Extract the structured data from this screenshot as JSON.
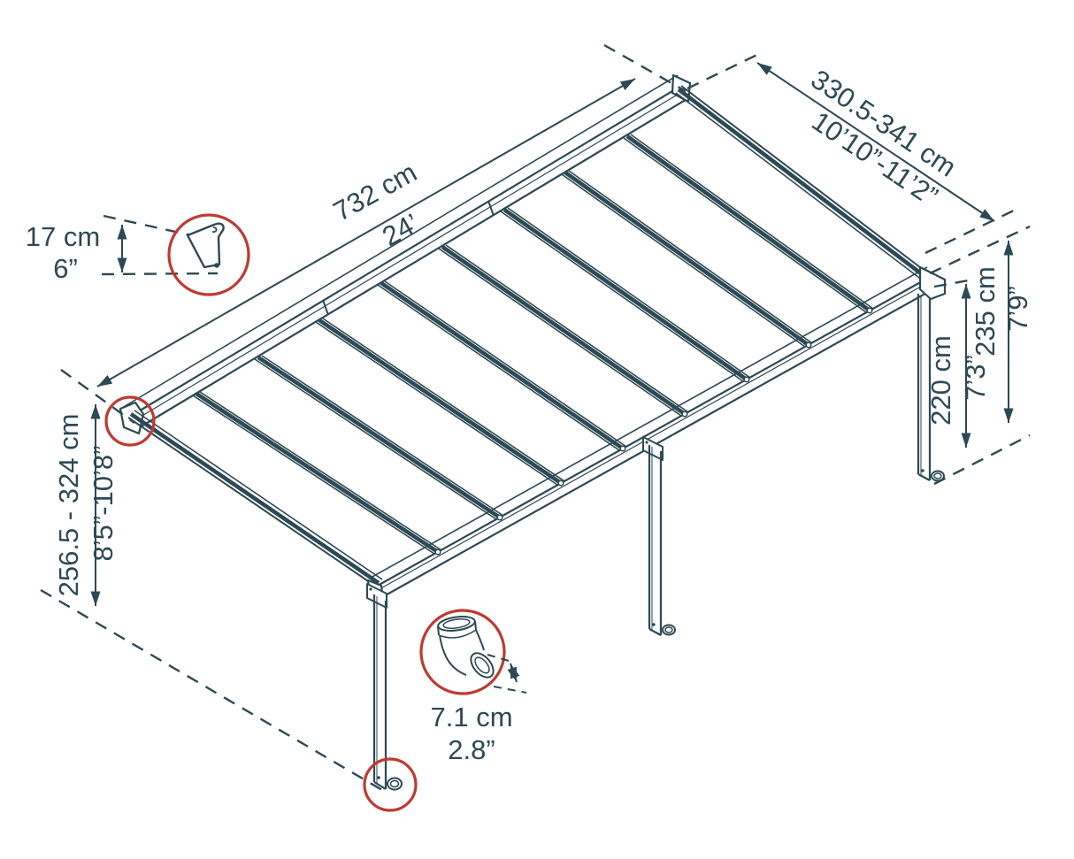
{
  "colors": {
    "ink": "#2d4954",
    "red": "#bf3a30",
    "background": "#ffffff"
  },
  "dimensions": {
    "width": {
      "metric": "732 cm",
      "imperial": "24’"
    },
    "depth": {
      "metric": "330.5-341 cm",
      "imperial": "10’10”-11’2”"
    },
    "gutter": {
      "metric": "17 cm",
      "imperial": "6”"
    },
    "rear_height": {
      "metric": "256.5 - 324 cm",
      "imperial": "8’5”-10’8”"
    },
    "post_height": {
      "metric": "220 cm",
      "imperial": "7’3”"
    },
    "front_height": {
      "metric": "235 cm",
      "imperial": "7’9”"
    },
    "drainpipe": {
      "metric": "7.1 cm",
      "imperial": "2.8”"
    }
  }
}
